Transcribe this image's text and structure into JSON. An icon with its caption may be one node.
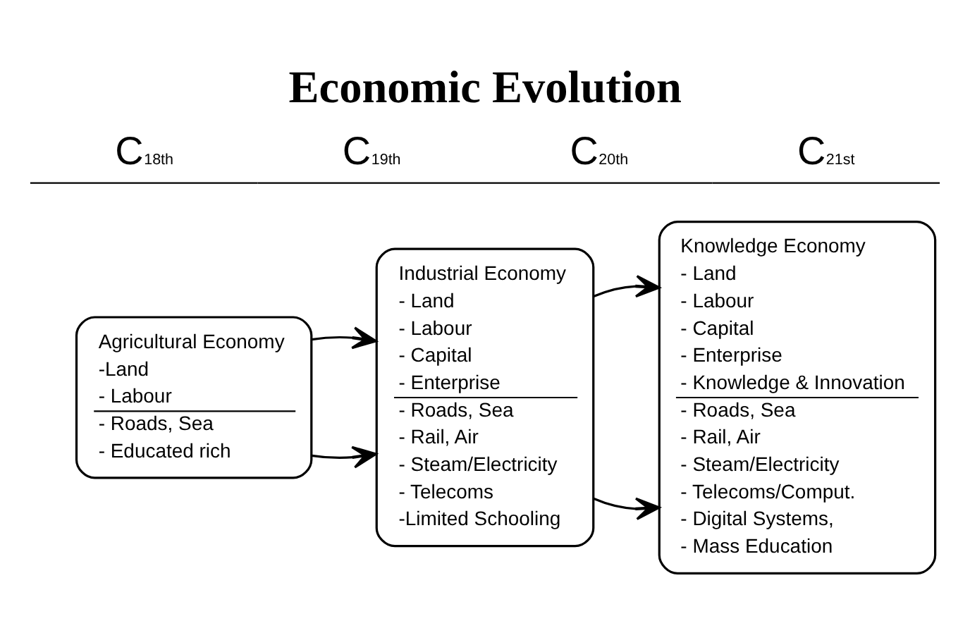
{
  "diagram": {
    "title": "Economic Evolution",
    "nodes": [
      {
        "text": [
          "Agricultural Economy",
          "-Land",
          "- Labour",
          "- Roads, Sea",
          "- Educated rich"
        ]
      },
      {
        "text": [
          "Industrial Economy",
          "- Land",
          "- Labour",
          "- Capital",
          "- Enterprise",
          "- Roads, Sea",
          "- Rail, Air",
          "- Steam/Electricity",
          "- Telecoms",
          "-Limited Schooling"
        ]
      },
      {
        "text": [
          "Knowledge Economy",
          "- Land",
          "- Labour",
          "- Capital",
          "- Enterprise",
          "- Knowledge & Innovation",
          "- Roads, Sea",
          "- Rail, Air",
          "- Steam/Electricity",
          "- Telecoms/Comput.",
          "- Digital Systems,",
          "- Mass Education"
        ]
      }
    ],
    "edges": [
      {
        "from": 0,
        "to": 1,
        "arrow": "to"
      },
      {
        "from": 0,
        "to": 1,
        "arrow": "to"
      },
      {
        "from": 1,
        "to": 2,
        "arrow": "to"
      },
      {
        "from": 1,
        "to": 2,
        "arrow": "to"
      }
    ],
    "labels": [
      "C",
      "18th",
      "C",
      "19th",
      "C",
      "20th",
      "C",
      "21st"
    ]
  }
}
